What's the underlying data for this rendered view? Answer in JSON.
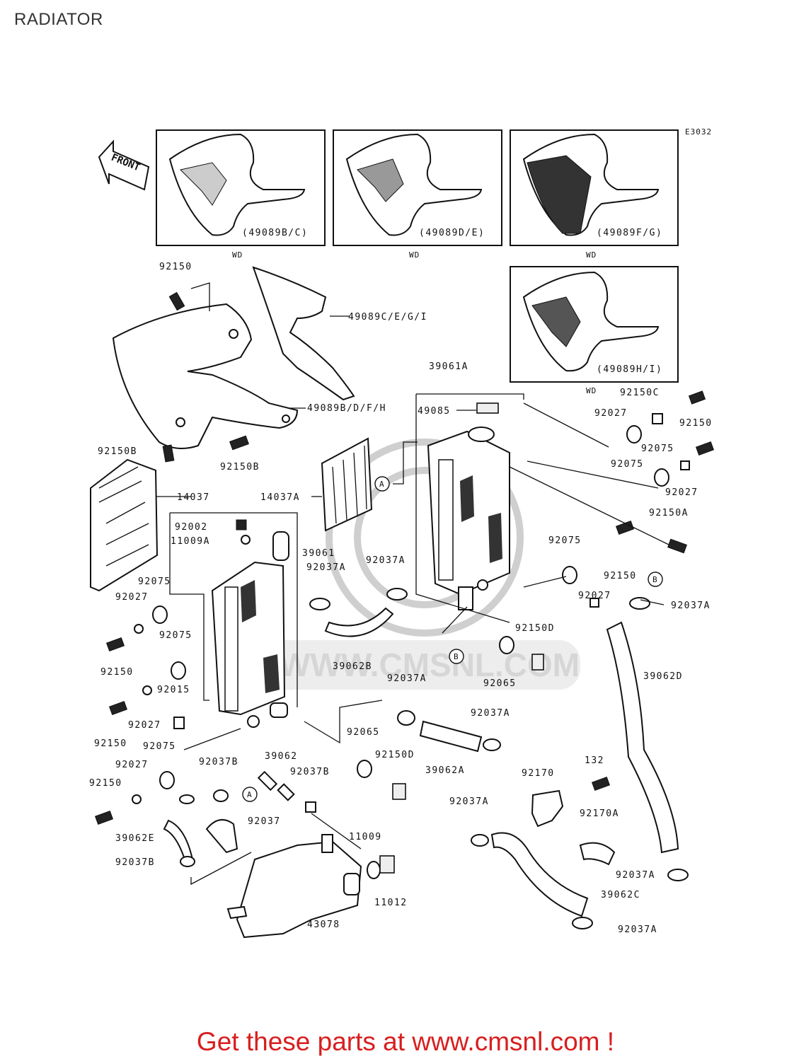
{
  "title": "RADIATOR",
  "diagram_code": "E3032",
  "front_label": "FRONT",
  "watermark": "WWW.CMSNL.COM",
  "footer": "Get these parts at www.cmsnl.com !",
  "panels": [
    {
      "code": "(49089B/C)",
      "variant": "WD"
    },
    {
      "code": "(49089D/E)",
      "variant": "WD"
    },
    {
      "code": "(49089F/G)",
      "variant": "WD"
    },
    {
      "code": "(49089H/I)",
      "variant": "WD"
    }
  ],
  "part_labels": {
    "p92150_top": "92150",
    "p49089C": "49089C/E/G/I",
    "p49089B": "49089B/D/F/H",
    "p92150B_a": "92150B",
    "p92150B_b": "92150B",
    "p14037": "14037",
    "p14037A": "14037A",
    "p39061A": "39061A",
    "p49085": "49085",
    "p92150C": "92150C",
    "p92027_r1": "92027",
    "p92150_r1": "92150",
    "p92075_r1": "92075",
    "p92075_r2": "92075",
    "p92027_r2": "92027",
    "p92150A": "92150A",
    "p92002": "92002",
    "p11009A": "11009A",
    "p39061": "39061",
    "p92037A_1": "92037A",
    "p92037A_2": "92037A",
    "p92075_r3": "92075",
    "p92150_r2": "92150",
    "p92027_r3": "92027",
    "p92037A_3": "92037A",
    "p92075_l1": "92075",
    "p92027_l1": "92027",
    "p92075_l2": "92075",
    "p92150_l1": "92150",
    "p92015": "92015",
    "p92027_l2": "92027",
    "p92150_l2": "92150",
    "p39062B": "39062B",
    "p92150D_1": "92150D",
    "p92065_1": "92065",
    "p92037A_4": "92037A",
    "p39062D": "39062D",
    "p92037A_5": "92037A",
    "p92065_2": "92065",
    "p92150D_2": "92150D",
    "p39062A": "39062A",
    "p92075_l3": "92075",
    "p92037B_1": "92037B",
    "p39062": "39062",
    "p92037B_2": "92037B",
    "p92027_l3": "92027",
    "p92150_l3": "92150",
    "p92037": "92037",
    "p39062E": "39062E",
    "p92037B_3": "92037B",
    "p11009": "11009",
    "p11012": "11012",
    "p43078": "43078",
    "p92037A_6": "92037A",
    "p92170": "92170",
    "p132": "132",
    "p92170A": "92170A",
    "p92037A_7": "92037A",
    "p39062C": "39062C",
    "p92037A_8": "92037A"
  },
  "ref_markers": {
    "a": "A",
    "b": "B"
  }
}
